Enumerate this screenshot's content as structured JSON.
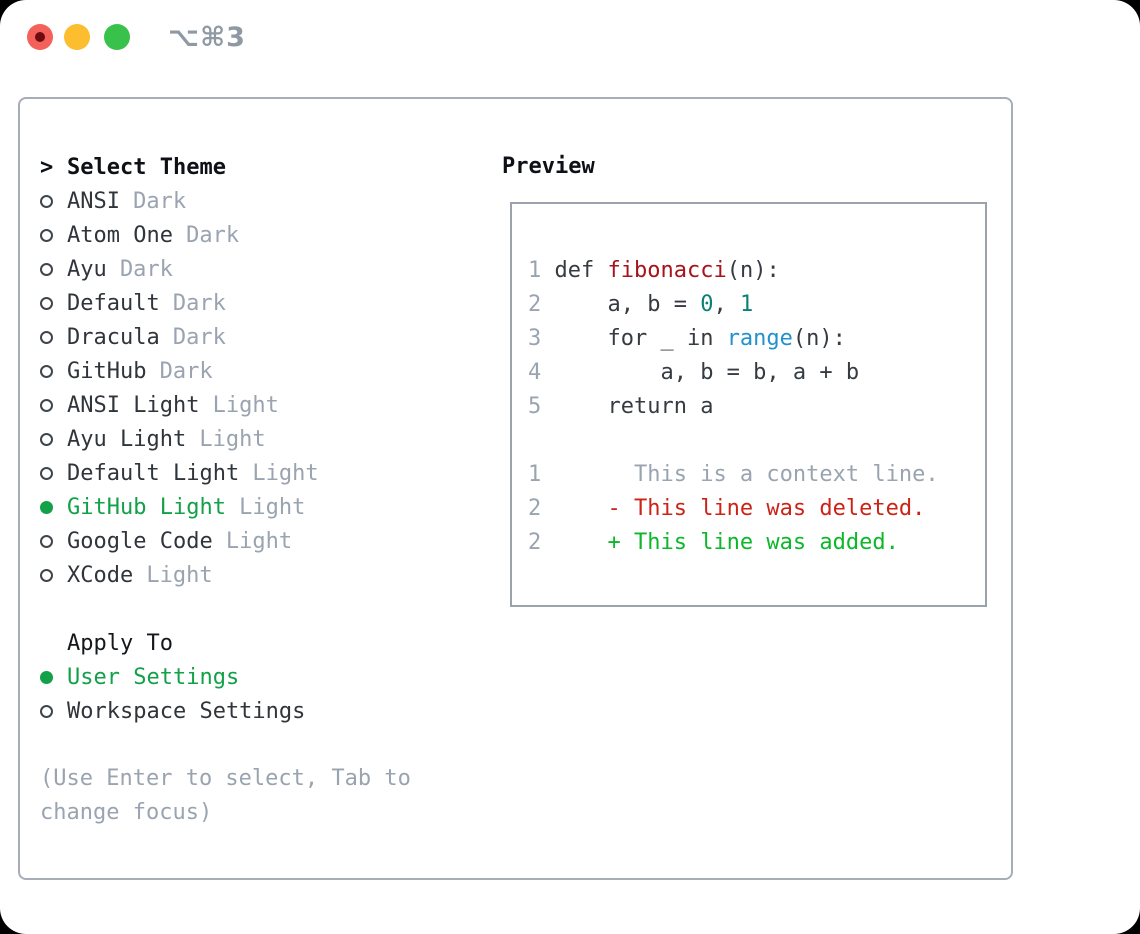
{
  "window": {
    "title": "⌥⌘3",
    "traffic_lights": {
      "close_color": "#f4605a",
      "close_dot_color": "#6e0b10",
      "minimize_color": "#fcbd2f",
      "zoom_color": "#38c24b"
    }
  },
  "theme_picker": {
    "prompt": ">",
    "header": "Select Theme",
    "items": [
      {
        "name": "ANSI",
        "variant": "Dark",
        "selected": false
      },
      {
        "name": "Atom One",
        "variant": "Dark",
        "selected": false
      },
      {
        "name": "Ayu",
        "variant": "Dark",
        "selected": false
      },
      {
        "name": "Default",
        "variant": "Dark",
        "selected": false
      },
      {
        "name": "Dracula",
        "variant": "Dark",
        "selected": false
      },
      {
        "name": "GitHub",
        "variant": "Dark",
        "selected": false
      },
      {
        "name": "ANSI Light",
        "variant": "Light",
        "selected": false
      },
      {
        "name": "Ayu Light",
        "variant": "Light",
        "selected": false
      },
      {
        "name": "Default Light",
        "variant": "Light",
        "selected": false
      },
      {
        "name": "GitHub Light",
        "variant": "Light",
        "selected": true
      },
      {
        "name": "Google Code",
        "variant": "Light",
        "selected": false
      },
      {
        "name": "XCode",
        "variant": "Light",
        "selected": false
      }
    ],
    "apply_to": {
      "label": "Apply To",
      "options": [
        {
          "label": "User Settings",
          "selected": true
        },
        {
          "label": "Workspace Settings",
          "selected": false
        }
      ]
    },
    "help_lines": [
      "(Use Enter to select, Tab to",
      "change focus)"
    ]
  },
  "preview": {
    "title": "Preview",
    "code_lines": [
      {
        "num": "1",
        "tokens": [
          {
            "t": "def ",
            "c": "c-code"
          },
          {
            "t": "fibonacci",
            "c": "c-func"
          },
          {
            "t": "(n):",
            "c": "c-code"
          }
        ]
      },
      {
        "num": "2",
        "tokens": [
          {
            "t": "    a, b = ",
            "c": "c-code"
          },
          {
            "t": "0",
            "c": "c-num"
          },
          {
            "t": ", ",
            "c": "c-code"
          },
          {
            "t": "1",
            "c": "c-num"
          }
        ]
      },
      {
        "num": "3",
        "tokens": [
          {
            "t": "    for _ in ",
            "c": "c-code"
          },
          {
            "t": "range",
            "c": "c-builtin"
          },
          {
            "t": "(n):",
            "c": "c-code"
          }
        ]
      },
      {
        "num": "4",
        "tokens": [
          {
            "t": "        a, b = b, a + b",
            "c": "c-code"
          }
        ]
      },
      {
        "num": "5",
        "tokens": [
          {
            "t": "    return a",
            "c": "c-code"
          }
        ]
      },
      {
        "num": "",
        "tokens": []
      },
      {
        "num": "1",
        "tokens": [
          {
            "t": "      This is a context line.",
            "c": "c-ctx"
          }
        ]
      },
      {
        "num": "2",
        "tokens": [
          {
            "t": "    - This line was deleted.",
            "c": "c-del"
          }
        ]
      },
      {
        "num": "2",
        "tokens": [
          {
            "t": "    + This line was added.",
            "c": "c-add"
          }
        ]
      }
    ]
  },
  "colors": {
    "selected_green": "#12a149",
    "muted_gray": "#9aa4b0",
    "text_dark": "#30353c",
    "func_red": "#a6131c",
    "number_teal": "#0b8075",
    "builtin_blue": "#2292cc",
    "diff_deleted_red": "#cb2417",
    "diff_added_green": "#0cb829",
    "panel_border": "#a7aeb8",
    "preview_border": "#9aa2ac"
  }
}
